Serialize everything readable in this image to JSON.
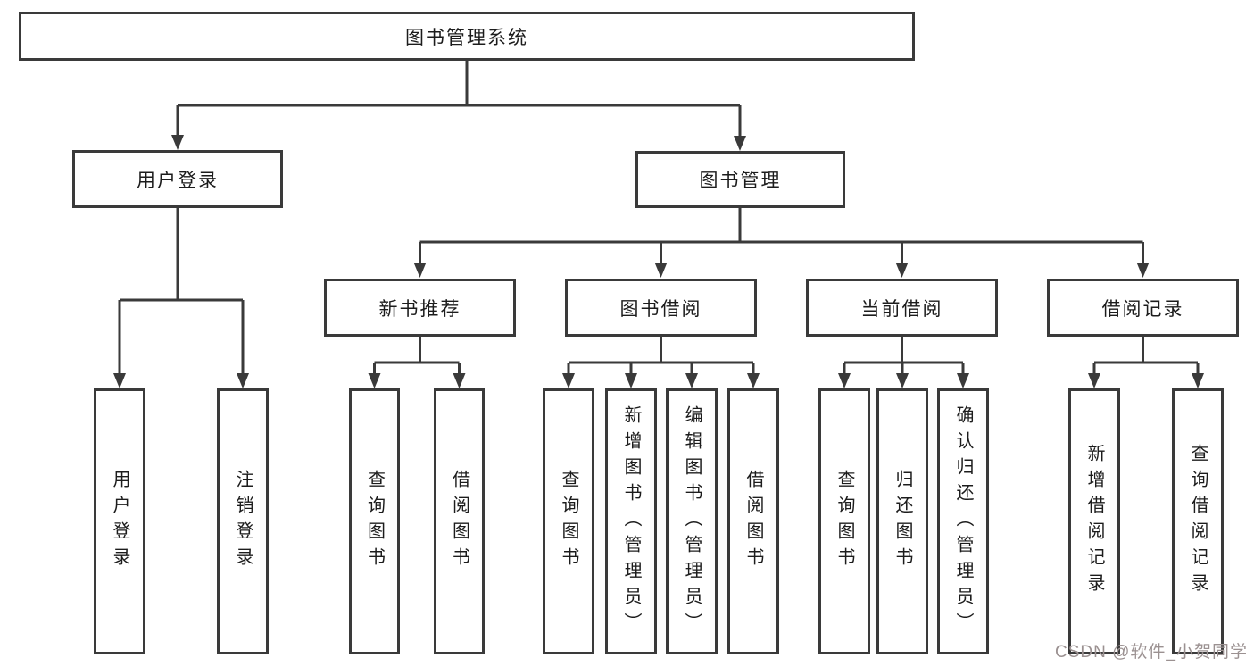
{
  "diagram": {
    "title": "图书管理系统",
    "branches": [
      {
        "label": "用户登录",
        "children": [
          {
            "label": "用户登录"
          },
          {
            "label": "注销登录"
          }
        ]
      },
      {
        "label": "图书管理",
        "children": [
          {
            "label": "新书推荐",
            "children": [
              {
                "label": "查询图书"
              },
              {
                "label": "借阅图书"
              }
            ]
          },
          {
            "label": "图书借阅",
            "children": [
              {
                "label": "查询图书"
              },
              {
                "label": "新增图书（管理员）"
              },
              {
                "label": "编辑图书（管理员）"
              },
              {
                "label": "借阅图书"
              }
            ]
          },
          {
            "label": "当前借阅",
            "children": [
              {
                "label": "查询图书"
              },
              {
                "label": "归还图书"
              },
              {
                "label": "确认归还（管理员）"
              }
            ]
          },
          {
            "label": "借阅记录",
            "children": [
              {
                "label": "新增借阅记录"
              },
              {
                "label": "查询借阅记录"
              }
            ]
          }
        ]
      }
    ]
  },
  "watermark": "CSDN @软件_小贺同学",
  "colors": {
    "line": "#3a3a3a",
    "text": "#1c1c1c",
    "background": "#ffffff",
    "watermark": "#9b9191"
  }
}
